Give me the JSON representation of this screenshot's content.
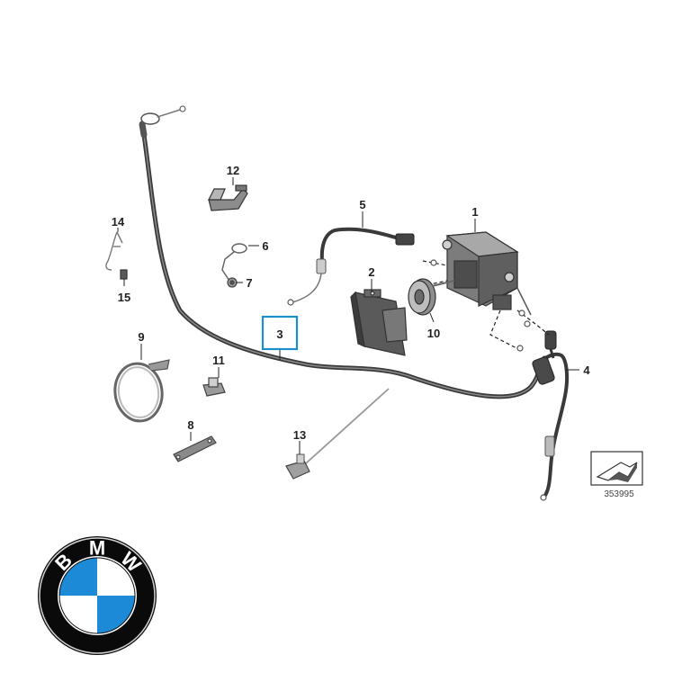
{
  "diagram": {
    "reference_number": "353995",
    "highlighted_part": "3",
    "highlight_color": "#1a8fc9",
    "callouts": [
      {
        "id": "c1",
        "label": "1"
      },
      {
        "id": "c2",
        "label": "2"
      },
      {
        "id": "c3",
        "label": "3"
      },
      {
        "id": "c4",
        "label": "4"
      },
      {
        "id": "c5",
        "label": "5"
      },
      {
        "id": "c6",
        "label": "6"
      },
      {
        "id": "c7",
        "label": "7"
      },
      {
        "id": "c8",
        "label": "8"
      },
      {
        "id": "c9",
        "label": "9"
      },
      {
        "id": "c10",
        "label": "10"
      },
      {
        "id": "c11",
        "label": "11"
      },
      {
        "id": "c12",
        "label": "12"
      },
      {
        "id": "c13",
        "label": "13"
      },
      {
        "id": "c14",
        "label": "14"
      },
      {
        "id": "c15",
        "label": "15"
      }
    ]
  },
  "logo": {
    "letters": [
      "B",
      "M",
      "W"
    ],
    "ring_color": "#0a0a0a",
    "blue": "#1c8ad6",
    "white": "#ffffff"
  }
}
